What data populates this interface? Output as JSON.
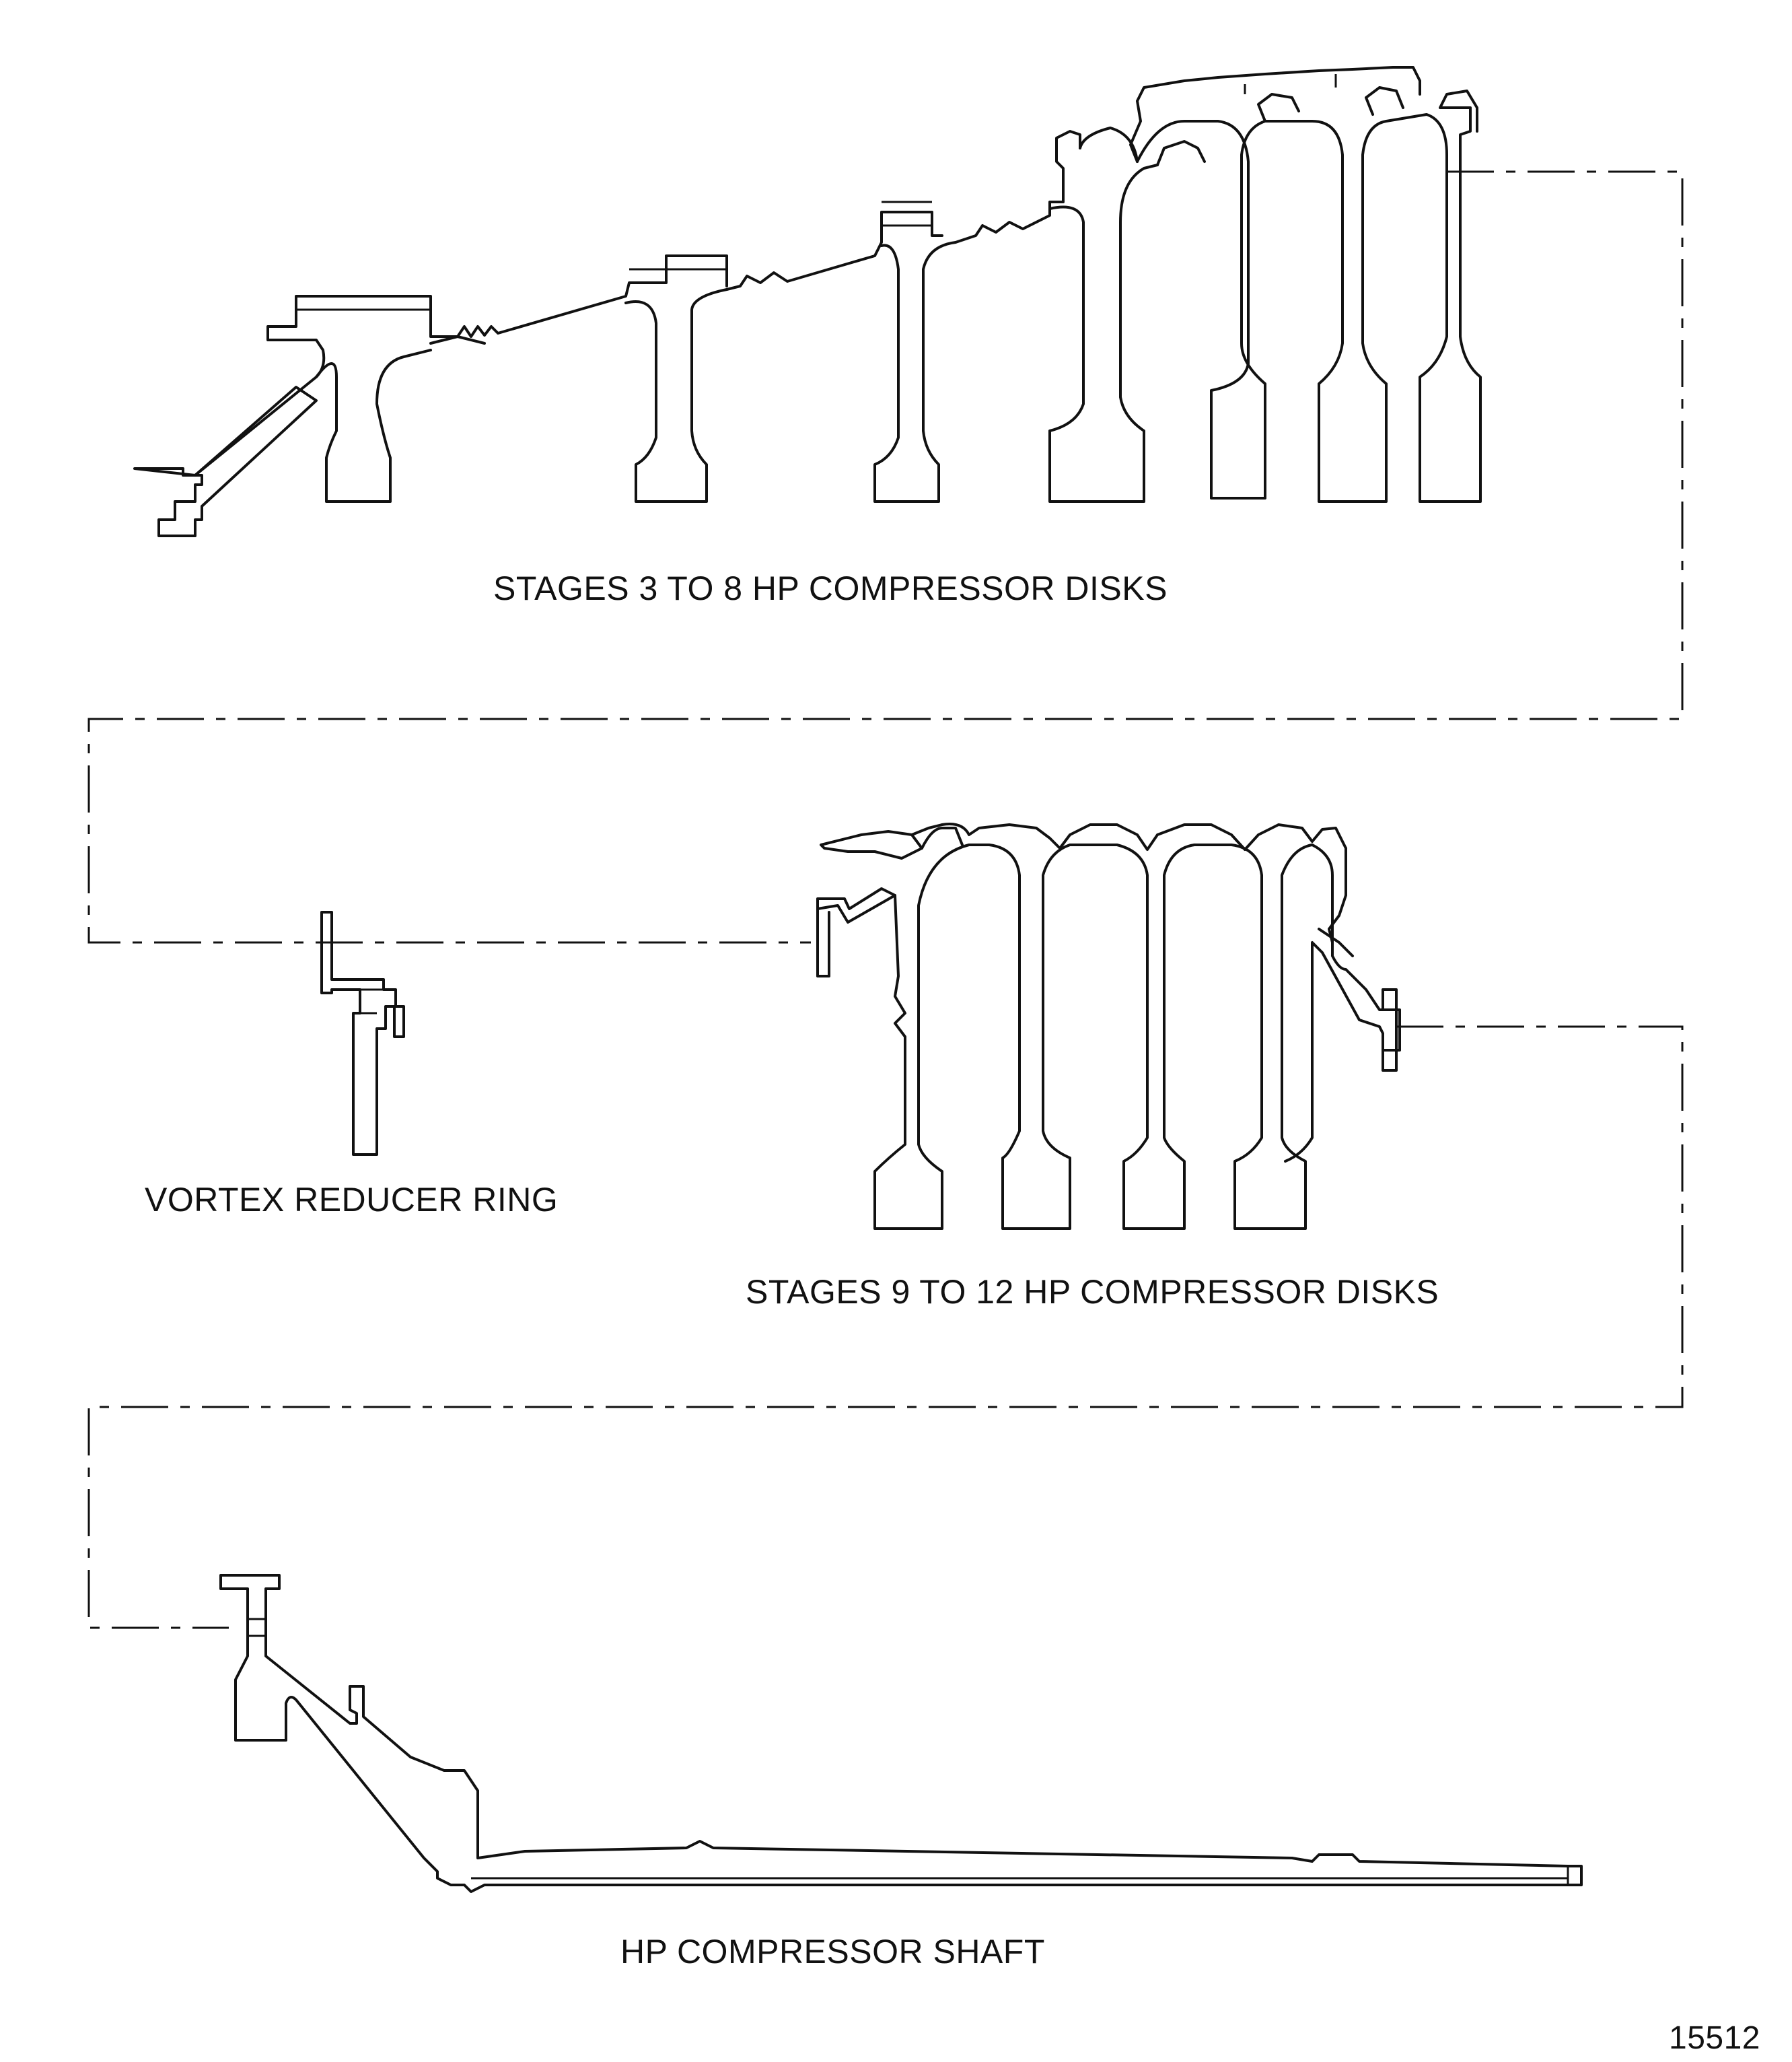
{
  "labels": {
    "stages_3_8": "STAGES 3 TO 8 HP COMPRESSOR DISKS",
    "vortex_ring": "VORTEX REDUCER RING",
    "stages_9_12": "STAGES 9 TO 12 HP COMPRESSOR DISKS",
    "hp_shaft": "HP COMPRESSOR SHAFT",
    "figure_number": "15512"
  }
}
